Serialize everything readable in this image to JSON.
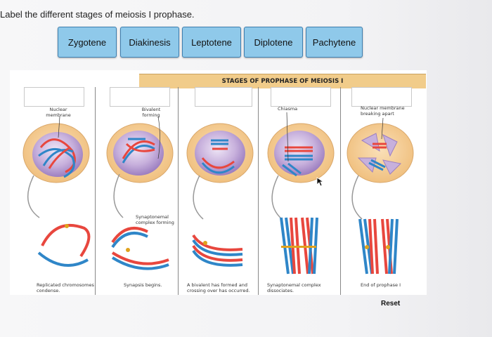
{
  "instruction": "Label the different stages of meiosis I prophase.",
  "labels": [
    "Zygotene",
    "Diakinesis",
    "Leptotene",
    "Diplotene",
    "Pachytene"
  ],
  "figure": {
    "title": "STAGES OF PROPHASE OF MEIOSIS I",
    "notes": {
      "nuclear_membrane": "Nuclear membrane",
      "bivalent_forming": "Bivalent forming",
      "chiasma": "Chiasma",
      "membrane_breaking": "Nuclear membrane breaking apart",
      "synaptonemal_forming": "Synaptonemal complex forming"
    },
    "captions": [
      "Replicated chromosomes condense.",
      "Synapsis begins.",
      "A bivalent has formed and crossing over has occurred.",
      "Synaptonemal complex dissociates.",
      "End of prophase I"
    ]
  },
  "reset_label": "Reset",
  "colors": {
    "label_fill": "#8fc9ea",
    "banner": "#f1cc8a",
    "cell": "#f3c98f",
    "nucleus": "#b79ccf",
    "chrom_red": "#e8473e",
    "chrom_blue": "#2f86c8"
  }
}
